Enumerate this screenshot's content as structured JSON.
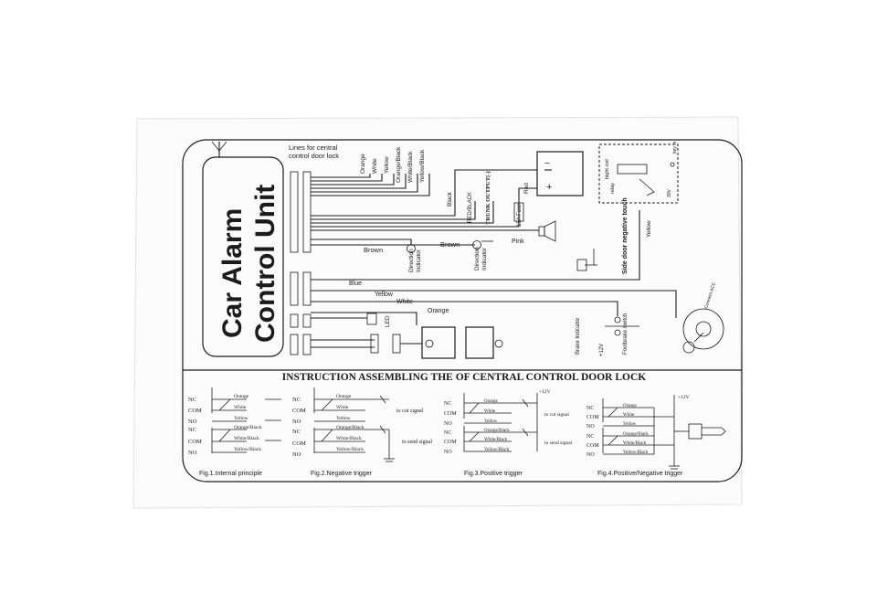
{
  "unit": {
    "title_line1": "Car Alarm",
    "title_line2": "Control Unit"
  },
  "top_wires": {
    "header_line1": "Lines for central",
    "header_line2": "control door lock",
    "colors": [
      "Orange",
      "White",
      "Yellow",
      "Orange/Black",
      "White/Black",
      "Yellow/Black"
    ]
  },
  "labels": {
    "black": "Black",
    "red_black": "RED/BLACK",
    "trunk": "TRUNK OUTPUT(-)",
    "red": "Red",
    "fuse": "15A Fuse",
    "brown1": "Brown",
    "brown2": "Brown",
    "pink": "Pink",
    "dir1": "Direction",
    "dir1b": "Indicator",
    "dir2": "Direction",
    "dir2b": "Indicator",
    "side_door": "Side door negative touch",
    "yellow_v": "Yellow",
    "blue": "Blue",
    "yellow_h": "Yellow",
    "white_h": "White",
    "orange_h": "Orange",
    "led": "LED",
    "brake": "Brake Indicator",
    "footbrake": "Footbrake switch",
    "plus12": "+12V",
    "connect_acc": "Connect ACC",
    "relay_hi": "hight coil",
    "relay_lo": "relay",
    "relay_r": "30V",
    "relay_r2": "key m"
  },
  "instruction": {
    "title": "INSTRUCTION ASSEMBLING THE OF CENTRAL CONTROL DOOR LOCK"
  },
  "figs": {
    "pins": [
      "NC",
      "COM",
      "NO",
      "NC",
      "COM",
      "NO"
    ],
    "wires": [
      "Orange",
      "White",
      "Yellow",
      "Orange/Black",
      "White/Black",
      "Yellow/Black"
    ],
    "to_cut": "to cut signal",
    "to_send": "to send signal",
    "plus12": "+12V",
    "captions": [
      "Fig.1.Internal principle",
      "Fig.2.Negative trigger",
      "Fig.3.Positive trigger",
      "Fig.4.Positive/Negative trigger"
    ]
  }
}
